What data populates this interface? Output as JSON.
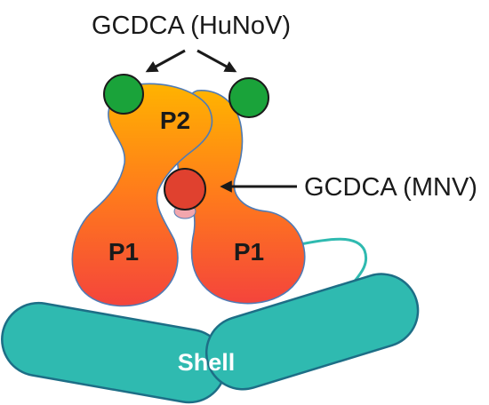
{
  "labels": {
    "hunov_site": "GCDCA (HuNoV)",
    "mnv_site": "GCDCA (MNV)",
    "p2_domain": "P2",
    "p1_domain_left": "P1",
    "p1_domain_right": "P1",
    "shell_domain": "Shell"
  },
  "colors": {
    "p_domain_top": "#ffb300",
    "p_domain_mid": "#ff7a1c",
    "p_domain_bottom": "#f4443c",
    "p_domain_outline": "#4f7bb5",
    "shell_fill": "#2fbab0",
    "shell_outline": "#1d6e86",
    "hunov_binding_site": "#1aa33a",
    "mnv_binding_site": "#e0412f",
    "mnv_site_shadow": "#f2a6ad",
    "arrow": "#1a1a1a"
  }
}
